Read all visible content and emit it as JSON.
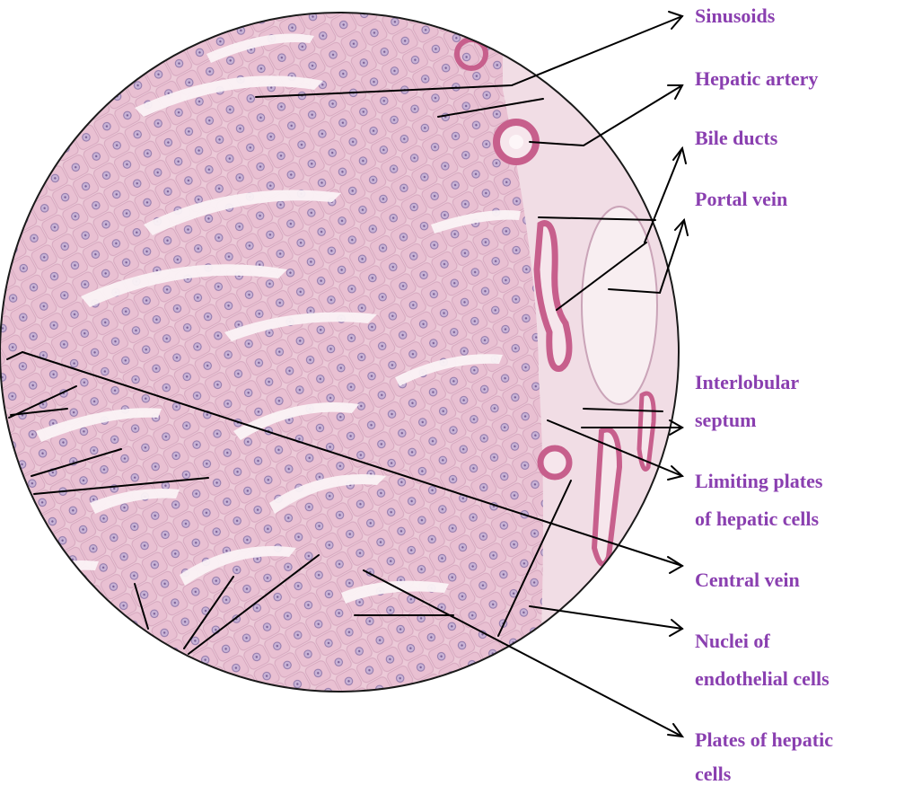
{
  "diagram": {
    "colors": {
      "label": "#8a3fb0",
      "tissue_background": "#f0d8e0",
      "hepatocyte": "#e8bcd0",
      "nucleus": "#a88fbf",
      "vessel_wall": "#c75f8c",
      "leader_line": "#000000"
    },
    "labels": {
      "sinusoids": "Sinusoids",
      "hepatic_artery": "Hepatic artery",
      "bile_ducts": "Bile ducts",
      "portal_vein": "Portal vein",
      "interlobular_septum_1": "Interlobular",
      "interlobular_septum_2": "septum",
      "limiting_plates_1": "Limiting plates",
      "limiting_plates_2": "of hepatic cells",
      "central_vein": "Central vein",
      "nuclei_endothelial_1": "Nuclei of",
      "nuclei_endothelial_2": "endothelial cells",
      "plates_hepatic_1": "Plates of hepatic",
      "plates_hepatic_2": "cells"
    }
  }
}
